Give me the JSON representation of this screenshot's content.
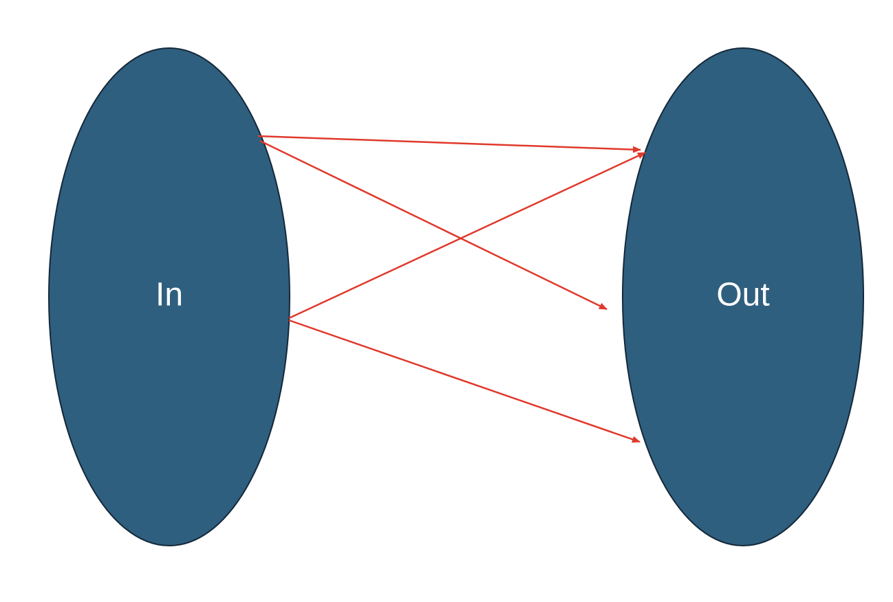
{
  "diagram": {
    "sets": [
      {
        "id": "in",
        "label": "In"
      },
      {
        "id": "out",
        "label": "Out"
      }
    ],
    "arrows": [
      {
        "from": "in",
        "to": "out"
      },
      {
        "from": "in",
        "to": "out"
      },
      {
        "from": "in",
        "to": "out"
      },
      {
        "from": "in",
        "to": "out"
      }
    ],
    "colors": {
      "ellipse_fill": "#2f5f7e",
      "ellipse_stroke": "#14283a",
      "arrow": "#e0392b",
      "label": "#ffffff",
      "background": "#ffffff"
    }
  }
}
